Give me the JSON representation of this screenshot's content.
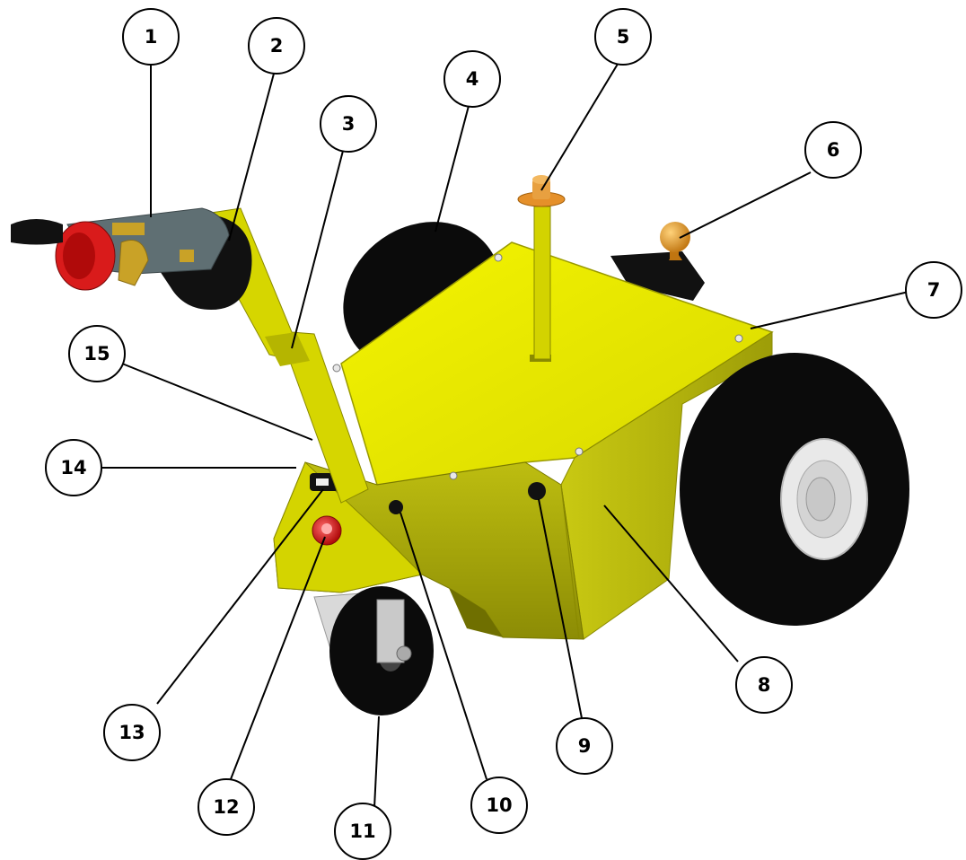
{
  "diagram": {
    "subject": "electric tug (illustration)",
    "colors": {
      "body": "#e6e600",
      "body_shade": "#a8a800",
      "body_dark": "#7a7a00",
      "tire": "#0a0a0a",
      "rim": "#e8e8e8",
      "hitch": "#d9941a",
      "handle_grip": "#5f6f73",
      "handle_red": "#e02020",
      "handle_gold": "#c9a227"
    },
    "callouts": [
      {
        "id": "1",
        "label": "1"
      },
      {
        "id": "2",
        "label": "2"
      },
      {
        "id": "3",
        "label": "3"
      },
      {
        "id": "4",
        "label": "4"
      },
      {
        "id": "5",
        "label": "5"
      },
      {
        "id": "6",
        "label": "6"
      },
      {
        "id": "7",
        "label": "7"
      },
      {
        "id": "8",
        "label": "8"
      },
      {
        "id": "9",
        "label": "9"
      },
      {
        "id": "10",
        "label": "10"
      },
      {
        "id": "11",
        "label": "11"
      },
      {
        "id": "12",
        "label": "12"
      },
      {
        "id": "13",
        "label": "13"
      },
      {
        "id": "14",
        "label": "14"
      },
      {
        "id": "15",
        "label": "15"
      }
    ]
  }
}
